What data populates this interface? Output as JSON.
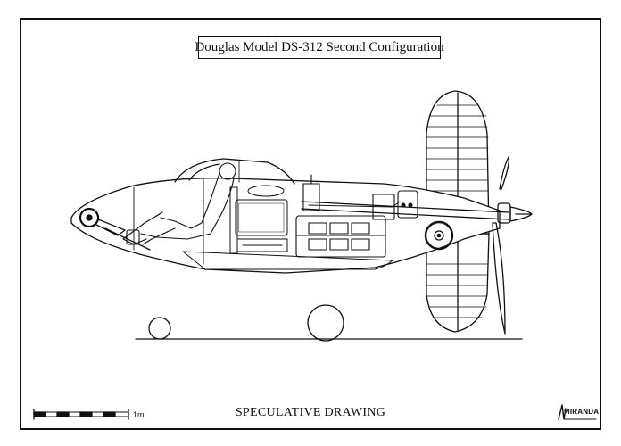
{
  "drawing": {
    "title": "Douglas Model DS-312 Second Configuration",
    "caption": "SPECULATIVE DRAWING",
    "scale_label": "1m.",
    "signature": "MIRANDA",
    "line_color": "#111111",
    "paper_color": "#ffffff"
  }
}
